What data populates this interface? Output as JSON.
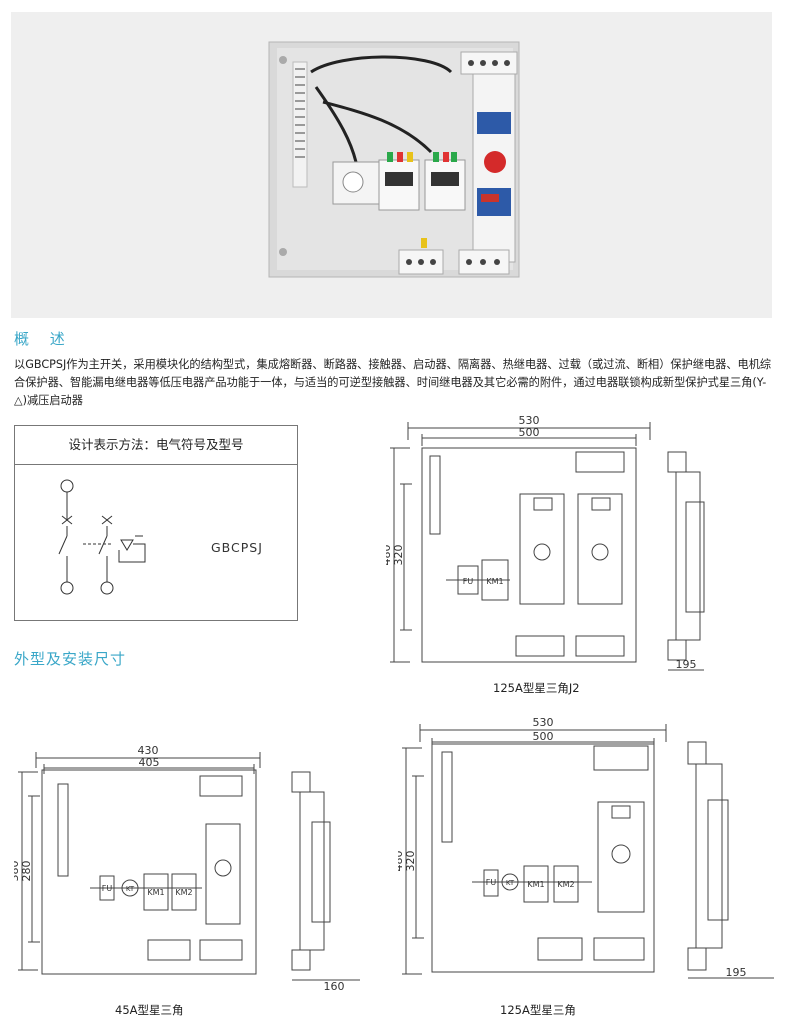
{
  "overview": {
    "title": "概 述",
    "paragraph": "以GBCPSJ作为主开关，采用模块化的结构型式，集成熔断器、断路器、接触器、启动器、隔离器、热继电器、过载（或过流、断相）保护继电器、电机综合保护器、智能漏电继电器等低压电器产品功能于一体，与适当的可逆型接触器、时间继电器及其它必需的附件，通过电器联锁构成新型保护式星三角(Y-△)减压启动器"
  },
  "design": {
    "header": "设计表示方法：电气符号及型号",
    "model": "GBCPSJ"
  },
  "dimensions_title": "外型及安装尺寸",
  "drawing_125j2": {
    "outer_width": "530",
    "inner_width": "500",
    "outer_height": "480",
    "inner_height": "320",
    "depth": "195",
    "module_labels": [
      "FU",
      "KM1"
    ],
    "caption": "125A型星三角J2"
  },
  "drawing_45": {
    "outer_width": "430",
    "inner_width": "405",
    "outer_height": "380",
    "inner_height": "280",
    "depth": "160",
    "module_labels": [
      "FU",
      "KT",
      "KM1",
      "KM2"
    ],
    "caption": "45A型星三角"
  },
  "drawing_125": {
    "outer_width": "530",
    "inner_width": "500",
    "outer_height": "480",
    "inner_height": "320",
    "depth": "195",
    "module_labels": [
      "FU",
      "KT",
      "KM1",
      "KM2"
    ],
    "caption": "125A型星三角"
  },
  "colors": {
    "accent": "#3aa7c8",
    "line": "#444444",
    "photo_bg": "#efefef"
  }
}
